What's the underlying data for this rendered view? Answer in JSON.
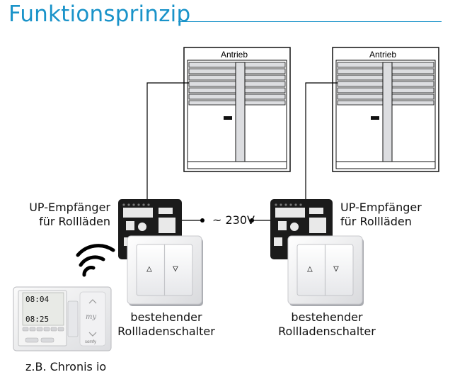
{
  "title": "Funktionsprinzip",
  "drives": [
    {
      "label": "Antrieb"
    },
    {
      "label": "Antrieb"
    }
  ],
  "receivers": [
    {
      "line1": "UP-Empfänger",
      "line2": "für Rollläden"
    },
    {
      "line1": "UP-Empfänger",
      "line2": "für Rollläden"
    }
  ],
  "switches": [
    {
      "line1": "bestehender",
      "line2": "Rollladenschalter",
      "up_symbol": "△",
      "down_symbol": "▽"
    },
    {
      "line1": "bestehender",
      "line2": "Rollladenschalter",
      "up_symbol": "△",
      "down_symbol": "▽"
    }
  ],
  "power": {
    "label": "~ 230V"
  },
  "remote": {
    "caption": "z.B. Chronis io",
    "display_top": "08:04",
    "display_bottom": "08:25",
    "brand": "somfy",
    "my_label": "my"
  },
  "colors": {
    "title": "#1a93c9",
    "receiver": "#1b1b1b",
    "wire": "#000000"
  }
}
